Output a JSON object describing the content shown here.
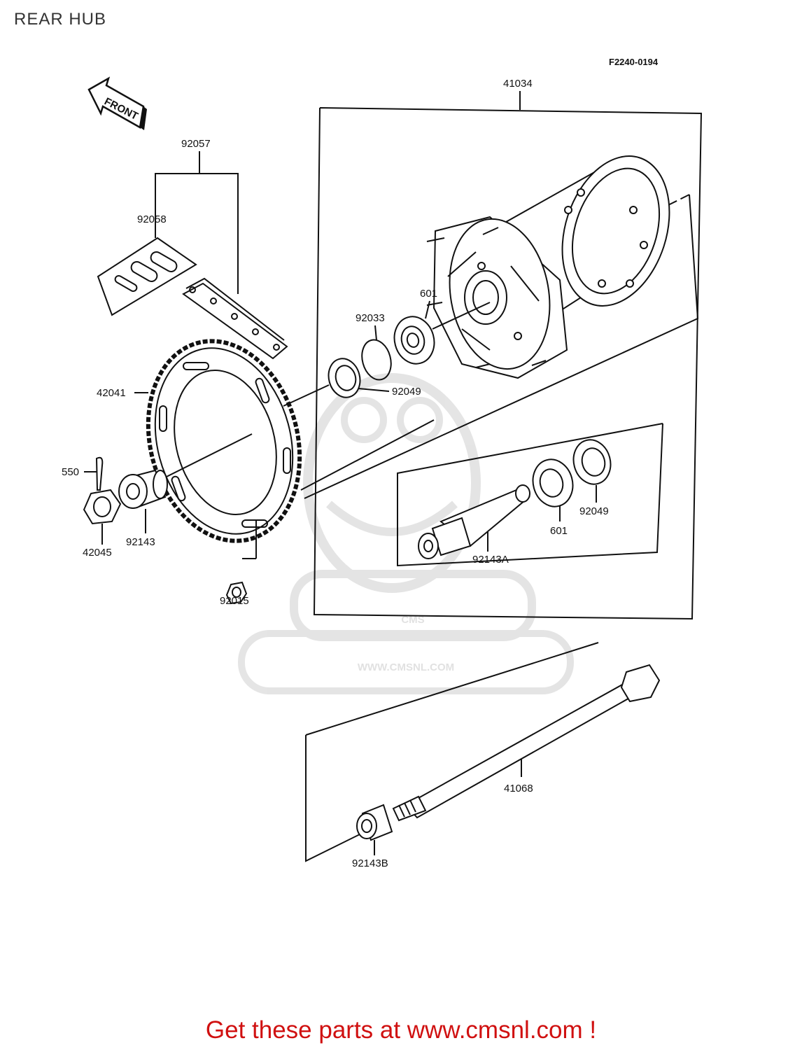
{
  "page": {
    "title": "REAR HUB"
  },
  "diagram": {
    "figure_code": "F2240-0194",
    "front_label": "FRONT",
    "part_labels": {
      "hub_assembly": "41034",
      "chain": "92057",
      "chain_joint": "92058",
      "bearing_upper": "601",
      "circlip": "92033",
      "seal_upper": "92049",
      "sprocket": "42041",
      "cotter_pin": "550",
      "axle_nut": "42045",
      "collar": "92143",
      "sprocket_nut": "92015",
      "bearing_lower": "601",
      "seal_lower": "92049",
      "spacer": "92143A",
      "axle": "41068",
      "axle_collar": "92143B"
    },
    "watermark": {
      "brand": "CMS",
      "url": "WWW.CMSNL.COM"
    }
  },
  "footer": {
    "link_text": "Get these parts at www.cmsnl.com !"
  }
}
